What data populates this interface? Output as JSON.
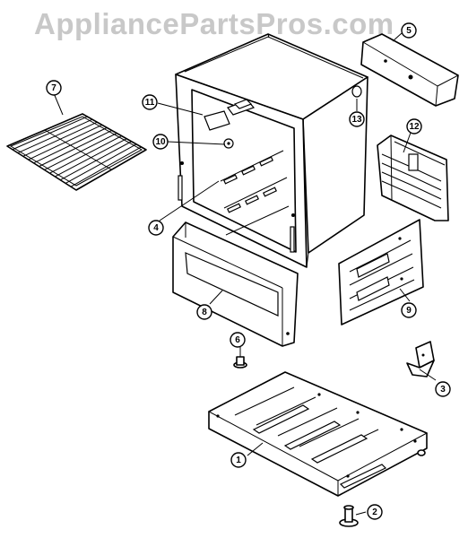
{
  "watermark": "AppliancePartsPros.com",
  "parts": [
    {
      "id": "oven-rack",
      "label": "7"
    },
    {
      "id": "oven-cavity-body",
      "label": "11"
    },
    {
      "id": "cavity-sensor",
      "label": "10"
    },
    {
      "id": "cavity-front-frame",
      "label": "4"
    },
    {
      "id": "rear-vent-hole",
      "label": "13"
    },
    {
      "id": "top-rear-bracket",
      "label": "5"
    },
    {
      "id": "side-shield",
      "label": "12"
    },
    {
      "id": "side-panel",
      "label": "9"
    },
    {
      "id": "front-trim-panel",
      "label": "8"
    },
    {
      "id": "screw",
      "label": "6"
    },
    {
      "id": "corner-bracket",
      "label": "3"
    },
    {
      "id": "base-pan",
      "label": "1"
    },
    {
      "id": "leveling-leg",
      "label": "2"
    }
  ]
}
